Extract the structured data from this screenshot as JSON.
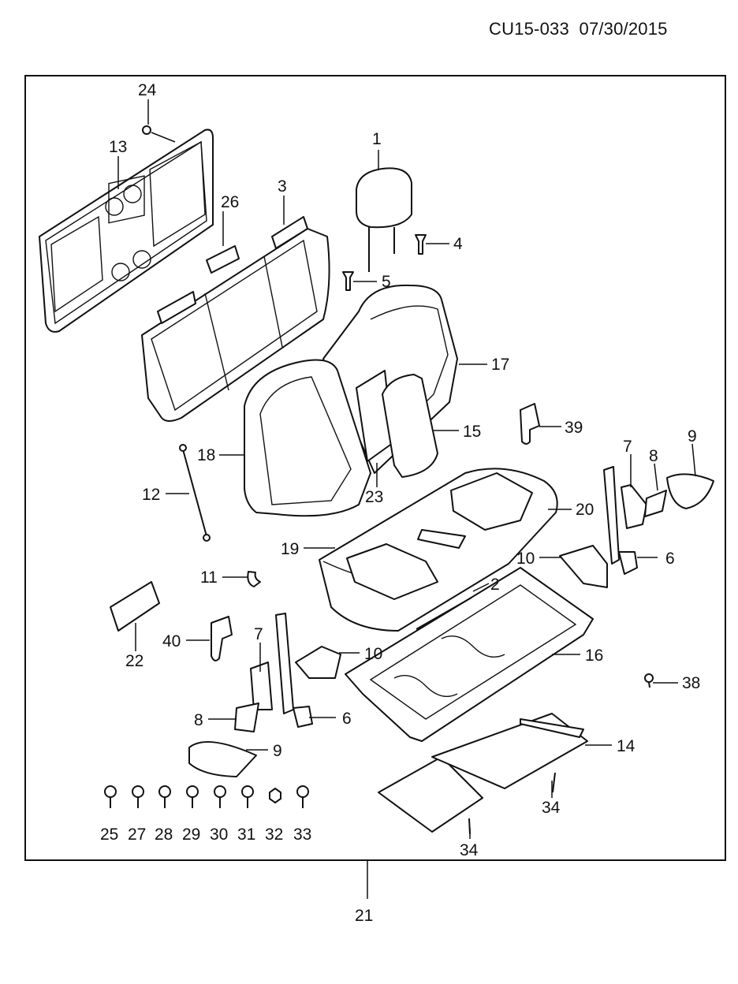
{
  "header": {
    "code": "CU15-033  07/30/2015"
  },
  "diagram": {
    "callouts": [
      "1",
      "2",
      "3",
      "4",
      "5",
      "6",
      "6",
      "7",
      "7",
      "8",
      "8",
      "9",
      "9",
      "10",
      "10",
      "11",
      "12",
      "13",
      "14",
      "15",
      "16",
      "17",
      "18",
      "19",
      "20",
      "21",
      "22",
      "23",
      "24",
      "25",
      "26",
      "27",
      "28",
      "29",
      "30",
      "31",
      "32",
      "33",
      "34",
      "34",
      "38",
      "39",
      "40"
    ],
    "colors": {
      "line": "#111111",
      "background": "#ffffff"
    }
  }
}
